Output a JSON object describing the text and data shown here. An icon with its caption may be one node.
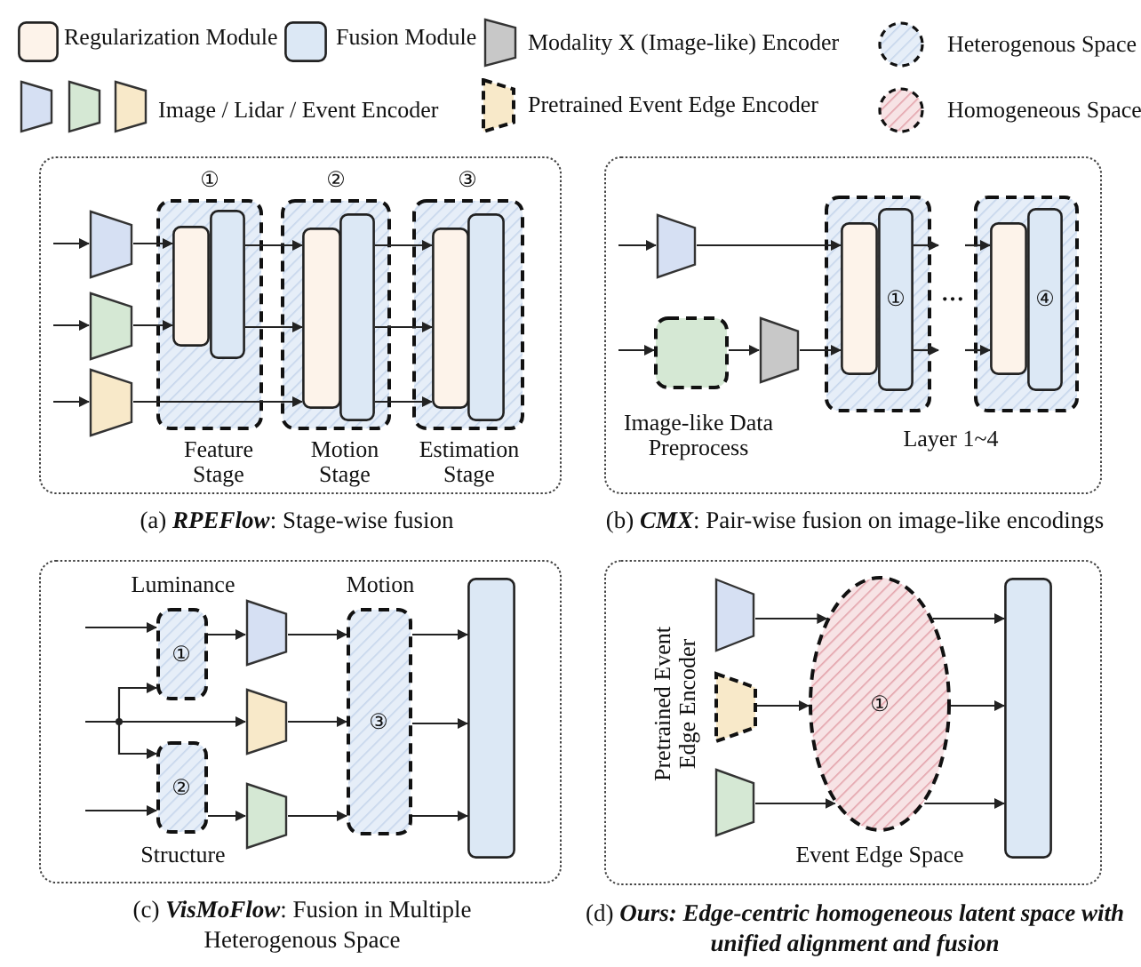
{
  "diagram": {
    "nodes": [
      {
        "text": [
          "(a) **RPEFlow**: Stage-wise fusion"
        ]
      },
      {
        "text": [],
        "shape": "trapezoid",
        "in": 0
      },
      {
        "text": [],
        "shape": "trapezoid",
        "in": 0
      },
      {
        "text": [],
        "shape": "trapezoid",
        "in": 0
      },
      {
        "text": [
          "①",
          "Feature Stage"
        ],
        "in": 0
      },
      {
        "text": [],
        "shape": "box",
        "in": 4
      },
      {
        "text": [],
        "shape": "box",
        "in": 4
      },
      {
        "text": [
          "②",
          "Motion Stage"
        ],
        "in": 0
      },
      {
        "text": [],
        "shape": "box",
        "in": 7
      },
      {
        "text": [],
        "shape": "box",
        "in": 7
      },
      {
        "text": [
          "③",
          "Estimation Stage"
        ],
        "in": 0
      },
      {
        "text": [],
        "shape": "box",
        "in": 10
      },
      {
        "text": [],
        "shape": "box",
        "in": 10
      },
      {
        "text": [
          "(b) **CMX**: Pair-wise fusion on image-like encodings"
        ]
      },
      {
        "text": [],
        "shape": "trapezoid",
        "in": 13
      },
      {
        "text": [
          "Image-like Data Preprocess"
        ],
        "in": 13
      },
      {
        "text": [],
        "shape": "trapezoid",
        "in": 13
      },
      {
        "text": [],
        "shape": "box",
        "in": 13
      },
      {
        "text": [],
        "shape": "box",
        "in": 17
      },
      {
        "text": [
          "①"
        ],
        "in": 17
      },
      {
        "text": [],
        "shape": "box",
        "in": 13
      },
      {
        "text": [],
        "shape": "box",
        "in": 20
      },
      {
        "text": [
          "④"
        ],
        "in": 20
      },
      {
        "text": [
          "(c) **VisMoFlow**: Fusion in Multiple Heterogenous Space"
        ]
      },
      {
        "text": [
          "Luminance",
          "①"
        ],
        "in": 23
      },
      {
        "text": [
          "②",
          "Structure"
        ],
        "in": 23
      },
      {
        "text": [],
        "shape": "trapezoid",
        "in": 23
      },
      {
        "text": [],
        "shape": "trapezoid",
        "in": 23
      },
      {
        "text": [],
        "shape": "trapezoid",
        "in": 23
      },
      {
        "text": [
          "Motion",
          "③"
        ],
        "in": 23
      },
      {
        "text": [],
        "shape": "bar",
        "in": 23
      },
      {
        "text": [
          "(d) **Ours: Edge-centric homogeneous latent space with unified alignment and fusion**"
        ]
      },
      {
        "text": [],
        "shape": "trapezoid",
        "in": 31
      },
      {
        "text": [],
        "shape": "trapezoid",
        "in": 31,
        "beside": [
          "Pretrained Event Edge Encoder"
        ]
      },
      {
        "text": [],
        "shape": "trapezoid",
        "in": 31
      },
      {
        "text": [
          "①",
          "Event Edge Space"
        ],
        "in": 31
      },
      {
        "text": [],
        "shape": "bar",
        "in": 31
      }
    ],
    "edges": [
      {
        "from": null,
        "to": 1,
        "arrow": "to"
      },
      {
        "from": null,
        "to": 2,
        "arrow": "to"
      },
      {
        "from": null,
        "to": 3,
        "arrow": "to"
      },
      {
        "from": 1,
        "to": 5,
        "arrow": "to"
      },
      {
        "from": 2,
        "to": 5,
        "arrow": "to"
      },
      {
        "from": 3,
        "to": 8,
        "arrow": "to"
      },
      {
        "from": 6,
        "to": 8,
        "arrow": "to"
      },
      {
        "from": 6,
        "to": 8,
        "arrow": "to"
      },
      {
        "from": 9,
        "to": 11,
        "arrow": "to"
      },
      {
        "from": 9,
        "to": 11,
        "arrow": "to"
      },
      {
        "from": 9,
        "to": 11,
        "arrow": "to"
      },
      {
        "from": null,
        "to": 14,
        "arrow": "to"
      },
      {
        "from": 14,
        "to": 18,
        "arrow": "to"
      },
      {
        "from": null,
        "to": 15,
        "arrow": "to"
      },
      {
        "from": 15,
        "to": 16,
        "arrow": "to"
      },
      {
        "from": 16,
        "to": 18,
        "arrow": "to"
      },
      {
        "from": 19,
        "to": null,
        "arrow": "to"
      },
      {
        "from": 19,
        "to": null,
        "arrow": "to"
      },
      {
        "from": null,
        "to": 21,
        "arrow": "to"
      },
      {
        "from": null,
        "to": 21,
        "arrow": "to"
      },
      {
        "from": null,
        "to": 24,
        "arrow": "to"
      },
      {
        "from": null,
        "to": 27,
        "arrow": "to"
      },
      {
        "from": null,
        "to": 24,
        "arrow": "to"
      },
      {
        "from": null,
        "to": 25,
        "arrow": "to"
      },
      {
        "from": null,
        "to": 25,
        "arrow": "to"
      },
      {
        "from": 24,
        "to": 26,
        "arrow": "to"
      },
      {
        "from": 26,
        "to": 29,
        "arrow": "to"
      },
      {
        "from": 27,
        "to": 29,
        "arrow": "to"
      },
      {
        "from": 25,
        "to": 28,
        "arrow": "to"
      },
      {
        "from": 28,
        "to": 29,
        "arrow": "to"
      },
      {
        "from": 29,
        "to": 30,
        "arrow": "to"
      },
      {
        "from": 29,
        "to": 30,
        "arrow": "to"
      },
      {
        "from": 29,
        "to": 30,
        "arrow": "to"
      },
      {
        "from": 32,
        "to": 35,
        "arrow": "to"
      },
      {
        "from": 33,
        "to": 35,
        "arrow": "to"
      },
      {
        "from": 34,
        "to": 35,
        "arrow": "to"
      },
      {
        "from": 35,
        "to": 36,
        "arrow": "to"
      },
      {
        "from": 35,
        "to": 36,
        "arrow": "to"
      },
      {
        "from": 35,
        "to": 36,
        "arrow": "to"
      }
    ],
    "labels": [
      "…",
      "Layer 1~4"
    ],
    "legend": [
      {
        "text": "Regularization Module",
        "color": "#fdf3ea"
      },
      {
        "text": "Fusion Module",
        "color": "#dce8f5"
      },
      {
        "text": "Modality X (Image-like) Encoder"
      },
      {
        "text": "Heterogenous Space"
      },
      {
        "text": "Image / Lidar / Event Encoder"
      },
      {
        "text": "Pretrained Event Edge Encoder"
      },
      {
        "text": "Homogeneous Space"
      }
    ]
  }
}
